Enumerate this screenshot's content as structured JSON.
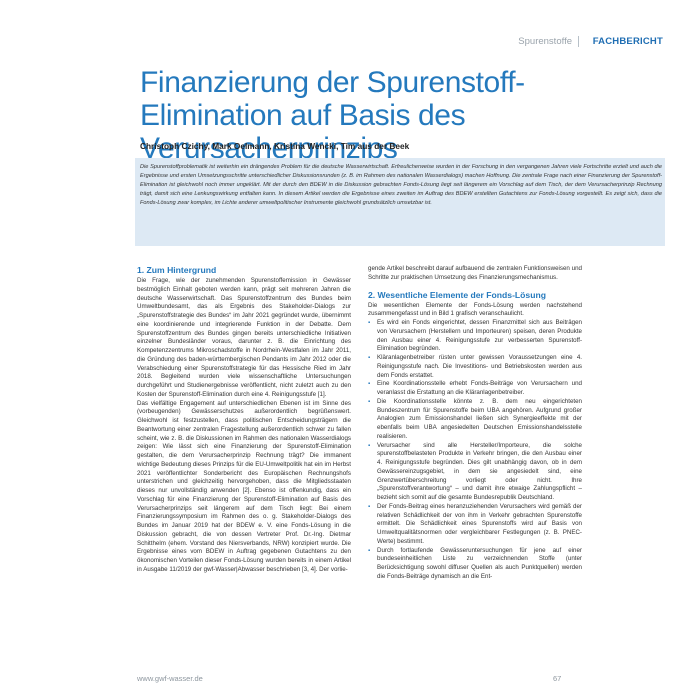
{
  "header": {
    "section": "Spurenstoffe",
    "category": "FACHBERICHT"
  },
  "title": "Finanzierung der Spurenstoff-Elimination auf Basis des Verursacherprinzips",
  "authors": "Christoph Czichy, Mark Oelmann, Kristina Wencki, Tim aus der Beek",
  "abstract": "Die Spurenstoffproblematik ist weiterhin ein drängendes Problem für die deutsche Wasserwirtschaft. Erfreulicherweise wurden in der Forschung in den vergangenen Jahren viele Fortschritte erzielt und auch die Ergebnisse und ersten Umsetzungsschritte unterschiedlicher Diskussionsrunden (z. B. im Rahmen des nationalen Wasserdialogs) machen Hoffnung. Die zentrale Frage nach einer Finanzierung der Spurenstoff-Elimination ist gleichwohl noch immer ungeklärt. Mit der durch den BDEW in die Diskussion gebrachten Fonds-Lösung liegt seit längerem ein Vorschlag auf dem Tisch, der dem Verursacherprinzip Rechnung trägt, damit sich eine Lenkungswirkung entfalten kann. In diesem Artikel werden die Ergebnisse eines zweiten im Auftrag des BDEW erstellten Gutachtens zur Fonds-Lösung vorgestellt. Es zeigt sich, dass die Fonds-Lösung zwar komplex, im Lichte anderer umweltpolitischer Instrumente gleichwohl grundsätzlich umsetzbar ist.",
  "left_column": {
    "heading": "1. Zum Hintergrund",
    "paragraphs": [
      "Die Frage, wie der zunehmenden Spurenstoffemission in Gewässer bestmöglich Einhalt geboten werden kann, prägt seit mehreren Jahren die deutsche Wasserwirtschaft. Das Spurenstoffzentrum des Bundes beim Umweltbundesamt, das als Ergebnis des Stakeholder-Dialogs zur „Spurenstoffstrategie des Bundes“ im Jahr 2021 gegründet wurde, übernimmt eine koordinierende und integrierende Funktion in der Debatte. Dem Spurenstoffzentrum des Bundes gingen bereits unterschiedliche Initiativen einzelner Bundesländer voraus, darunter z. B. die Einrichtung des Kompetenzzentrums Mikroschadstoffe in Nordrhein-Westfalen im Jahr 2011, die Gründung des baden-württembergischen Pendants im Jahr 2012 oder die Verabschiedung einer Spurenstoffstrategie für das Hessische Ried im Jahr 2018. Begleitend wurden viele wissenschaftliche Untersuchungen durchgeführt und Studienergebnisse veröffentlicht, nicht zuletzt auch zu den Kosten der Spurenstoff-Elimination durch eine 4. Reinigungsstufe [1].",
      "Das vielfältige Engagement auf unterschiedlichen Ebenen ist im Sinne des (vorbeugenden) Gewässerschutzes außerordentlich begrüßenswert. Gleichwohl ist festzustellen, dass politischen Entscheidungsträgern die Beantwortung einer zentralen Fragestellung außerordentlich schwer zu fallen scheint, wie z. B. die Diskussionen im Rahmen des nationalen Wasserdialogs zeigen: Wie lässt sich eine Finanzierung der Spurenstoff-Elimination gestalten, die dem Verursacherprinzip Rechnung trägt? Die immanent wichtige Bedeutung dieses Prinzips für die EU-Umweltpolitik hat ein im Herbst 2021 veröffentlichter Sonderbericht des Europäischen Rechnungshofs unterstrichen und gleichzeitig hervorgehoben, dass die Mitgliedsstaaten dieses nur unvollständig anwenden [2]. Ebenso ist offenkundig, dass ein Vorschlag für eine Finanzierung der Spurenstoff-Elimination auf Basis des Verursacherprinzips seit längerem auf dem Tisch liegt: Bei einem Finanzierungssymposium im Rahmen des o. g. Stakeholder-Dialogs des Bundes im Januar 2019 hat der BDEW e. V. eine Fonds-Lösung in die Diskussion gebracht, die von dessen Vertreter Prof. Dr.-Ing. Dietmar Schitthelm (ehem. Vorstand des Niersverbands, NRW) konzipiert wurde. Die Ergebnisse eines vom BDEW in Auftrag gegebenen Gutachtens zu den ökonomischen Vorteilen dieser Fonds-Lösung wurden bereits in einem Artikel in Ausgabe 11/2019 der gwf-Wasser|Abwasser beschrieben [3, 4]. Der vorlie-"
    ]
  },
  "right_column": {
    "intro": "gende Artikel beschreibt darauf aufbauend die zentralen Funktionsweisen und Schritte zur praktischen Umsetzung des Finanzierungsmechanismus.",
    "heading": "2. Wesentliche Elemente der Fonds-Lösung",
    "lead": "Die wesentlichen Elemente der Fonds-Lösung werden nachstehend zusammengefasst und in Bild 1 grafisch veranschaulicht.",
    "bullets": [
      "Es wird ein Fonds eingerichtet, dessen Finanzmittel sich aus Beiträgen von Verursachern (Herstellern und Importeuren) speisen, deren Produkte den Ausbau einer 4. Reinigungsstufe zur verbesserten Spurenstoff-Elimination begründen.",
      "Kläranlagenbetreiber rüsten unter gewissen Voraussetzungen eine 4. Reinigungsstufe nach. Die Investitions- und Betriebskosten werden aus dem Fonds erstattet.",
      "Eine Koordinationsstelle erhebt Fonds-Beiträge von Verursachern und veranlasst die Erstattung an die Kläranlagenbetreiber.",
      "Die Koordinationsstelle könnte z. B. dem neu eingerichteten Bundeszentrum für Spurenstoffe beim UBA angehören. Aufgrund großer Analogien zum Emissionshandel ließen sich Synergieeffekte mit der ebenfalls beim UBA angesiedelten Deutschen Emissionshandelsstelle realisieren.",
      "Verursacher sind alle Hersteller/Importeure, die solche spurenstoffbelasteten Produkte in Verkehr bringen, die den Ausbau einer 4. Reinigungsstufe begründen. Dies gilt unabhängig davon, ob in dem Gewässereinzugsgebiet, in dem sie angesiedelt sind, eine Grenzwertüberschreitung vorliegt oder nicht. Ihre „Spurenstoffverantwortung“ – und damit ihre etwaige Zahlungspflicht – bezieht sich somit auf die gesamte Bundesrepublik Deutschland.",
      "Der Fonds-Beitrag eines heranzuziehenden Verursachers wird gemäß der relativen Schädlichkeit der von ihm in Verkehr gebrachten Spurenstoffe ermittelt. Die Schädlichkeit eines Spurenstoffs wird auf Basis von Umweltqualitätsnormen oder vergleichbarer Festlegungen (z. B. PNEC-Werte) bestimmt.",
      "Durch fortlaufende Gewässeruntersuchungen für jene auf einer bundeseinheitlichen Liste zu verzeichnenden Stoffe (unter Berücksichtigung sowohl diffuser Quellen als auch Punktquellen) werden die Fonds-Beiträge dynamisch an die Ent-"
    ]
  },
  "footer": {
    "url": "www.gwf-wasser.de",
    "page": "67"
  }
}
